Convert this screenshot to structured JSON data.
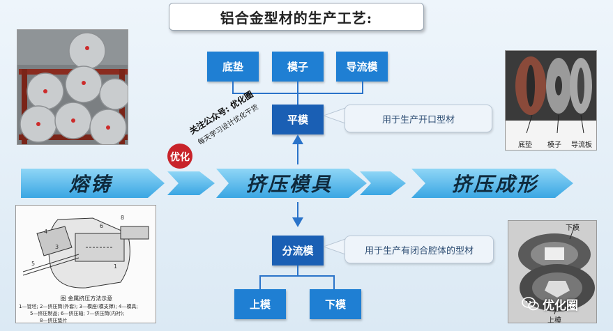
{
  "title": "铝合金型材的生产工艺:",
  "process": {
    "step1": "熔铸",
    "step2": "挤压模具",
    "step3": "挤压成形"
  },
  "top_tree": {
    "children": [
      "底垫",
      "模子",
      "导流模"
    ],
    "parent": "平模",
    "callout": "用于生产开口型材"
  },
  "bottom_tree": {
    "parent": "分流模",
    "callout": "用于生产有闭合腔体的型材",
    "children": [
      "上模",
      "下模"
    ]
  },
  "watermark": {
    "line1": "关注公众号: 优化圈",
    "line2": "每天学习设计优化干货",
    "seal": "优化"
  },
  "photo_top_right_labels": [
    "底垫",
    "模子",
    "导流板"
  ],
  "photo_bottom_right_labels": [
    "下模",
    "上模"
  ],
  "drawing_caption": {
    "title": "图      金属挤压方法示意",
    "line1": "1—锭坯; 2—挤压筒(外套); 3—模座(模支撑); 4—模具;",
    "line2": "5—挤压制品; 6—挤压轴; 7—挤压筒(内衬);",
    "line3": "8—挤压垫片"
  },
  "brand": "优化圈",
  "colors": {
    "box_blue": "#1f7fd3",
    "arrow_light": "#6cc3ef",
    "arrow_dark": "#2b9ae0"
  }
}
